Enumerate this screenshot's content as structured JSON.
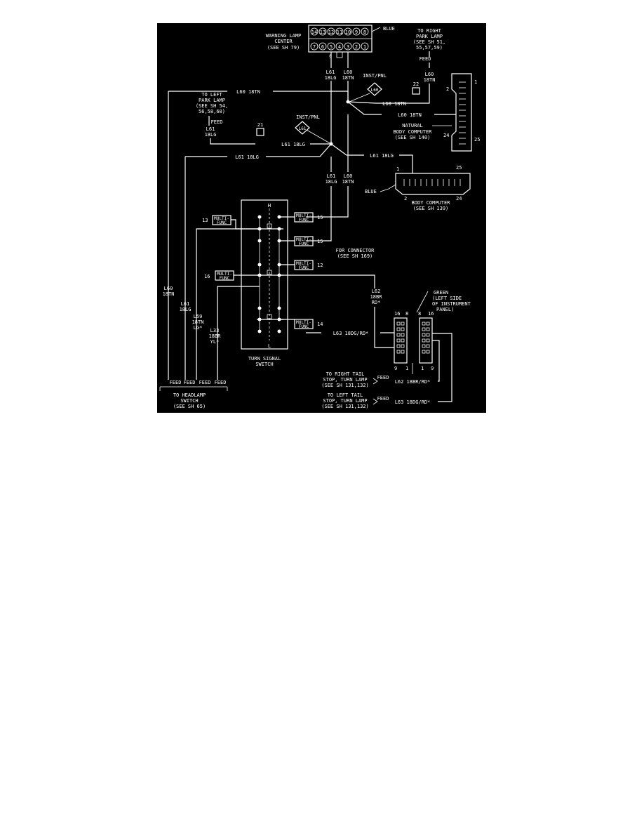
{
  "colors": {
    "background": "#000000",
    "line": "#ffffff",
    "page": "#ffffff"
  },
  "warning_lamp": {
    "title_lines": [
      "WARNING LAMP",
      "CENTER",
      "(SEE SH 79)"
    ],
    "color": "BLUE",
    "top_pins": [
      "14",
      "13",
      "12",
      "11",
      "10",
      "9",
      "8"
    ],
    "bottom_pins": [
      "7",
      "6",
      "5",
      "4",
      "3",
      "2",
      "1"
    ],
    "pin_6": "6"
  },
  "right_park": {
    "lines": [
      "TO RIGHT",
      "PARK LAMP",
      "(SEE SH 51,",
      "55,57,59)"
    ],
    "feed": "FEED"
  },
  "left_park": {
    "lines": [
      "TO LEFT",
      "PARK LAMP",
      "(SEE SH 54,",
      "56,58,60)"
    ],
    "feed": "FEED"
  },
  "wires": {
    "l60_top": [
      "L60",
      "18TN"
    ],
    "l61_top": [
      "L61",
      "18LG"
    ],
    "l60_l": [
      "L60",
      "18TN"
    ],
    "l61_l": [
      "L61",
      "18LG"
    ],
    "l60_18tn_long": "L60 18TN",
    "l60_18tn_mid": "L60 18TN",
    "l60_18tn_right": "L60 18TN",
    "l61_18lg_left": "L61 18LG",
    "l61_18lg_h": "L61 18LG",
    "l61_18lg_right": "L61 18LG",
    "l61_lg_v": [
      "L61",
      "18LG"
    ],
    "l60_tn_v": [
      "L60",
      "18TN"
    ],
    "l60_far_left": [
      "L60",
      "18TN"
    ],
    "l61_left": [
      "L61",
      "18LG"
    ],
    "l59": [
      "L59",
      "18TN",
      "LG*"
    ],
    "l33": [
      "L33",
      "18BR",
      "YL*"
    ],
    "l62": [
      "L62",
      "18BR",
      "RD*"
    ],
    "l63": "L63 18DG/RD*",
    "l62_bottom": "L62 18BR/RD*",
    "l63_bottom": "L63 18DG/RD*",
    "l60_right_v": [
      "L60",
      "18TN"
    ]
  },
  "inst_pnl": {
    "label": "INST/PNL",
    "diamond": "L61",
    "diamond2": "L60"
  },
  "splices": {
    "s21": "21",
    "s22": "22"
  },
  "body_computer_natural": {
    "lines": [
      "NATURAL",
      "BODY COMPUTER",
      "(SEE SH 140)"
    ],
    "pins": [
      "1",
      "2",
      "24",
      "25"
    ]
  },
  "body_computer_blue": {
    "lines": [
      "BODY COMPUTER",
      "(SEE SH 139)"
    ],
    "color": "BLUE",
    "pins": [
      "1",
      "25",
      "2",
      "24"
    ]
  },
  "multifunc": [
    {
      "label": [
        "MULTI-",
        "FUNC"
      ],
      "pin": "15"
    },
    {
      "label": [
        "MULTI-",
        "FUNC"
      ],
      "pin": "13"
    },
    {
      "label": [
        "MULTI-",
        "FUNC"
      ],
      "pin": "15"
    },
    {
      "label": [
        "MULTI-",
        "FUNC"
      ],
      "pin": "12"
    },
    {
      "label": [
        "MULTI-",
        "FUNC"
      ],
      "pin": "16"
    },
    {
      "label": [
        "MULTI-",
        "FUNC"
      ],
      "pin": "14"
    }
  ],
  "switch": {
    "lines": [
      "TURN SIGNAL",
      "SWITCH"
    ],
    "top": "H",
    "bottom": "L"
  },
  "for_connector": [
    "FOR CONNECTOR",
    "(SEE SH 169)"
  ],
  "green_connector": {
    "lines": [
      "GREEN",
      "(LEFT SIDE",
      "OF INSTRUMENT",
      "PANEL)"
    ],
    "pins": [
      "16",
      "8",
      "8",
      "16",
      "9",
      "1",
      "1",
      "9"
    ]
  },
  "right_tail": {
    "lines": [
      "TO RIGHT TAIL",
      "STOP, TURN LAMP",
      "(SEE SH 131,132)"
    ],
    "feed": "FEED"
  },
  "left_tail": {
    "lines": [
      "TO LEFT TAIL",
      "STOP, TURN LAMP",
      "(SEE SH 131,132)"
    ],
    "feed": "FEED"
  },
  "headlamp": {
    "feeds": [
      "FEED",
      "FEED",
      "FEED",
      "FEED"
    ],
    "lines": [
      "TO HEADLAMP",
      "SWITCH",
      "(SEE SH 65)"
    ]
  }
}
